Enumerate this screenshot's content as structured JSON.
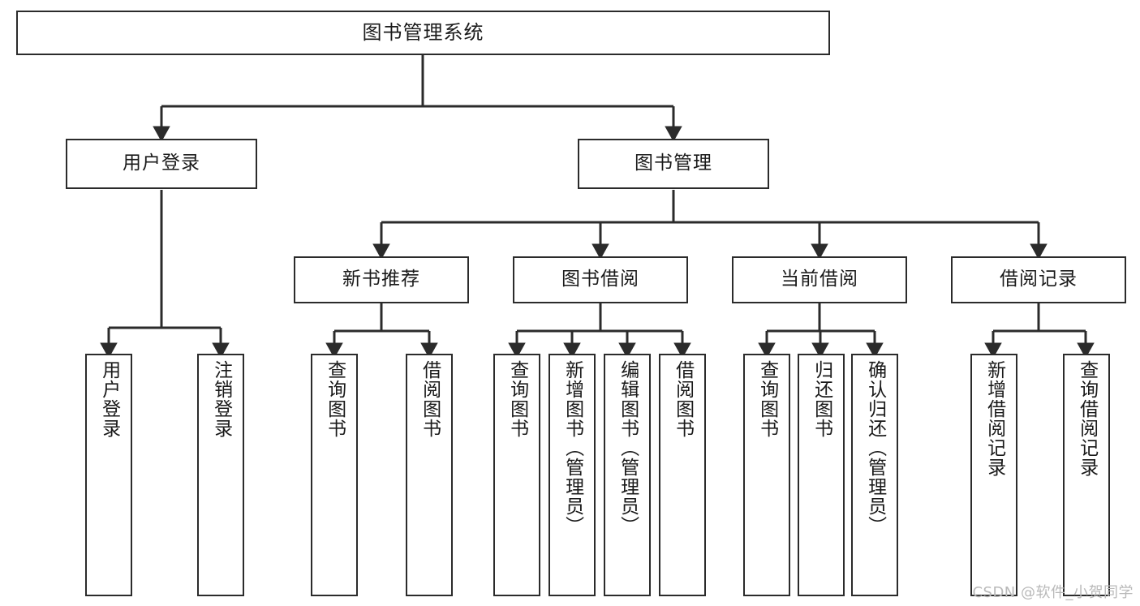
{
  "diagram": {
    "title": "图书管理系统",
    "type": "tree-hierarchy-chart",
    "watermark": "CSDN @软件_小贺同学",
    "colors": {
      "box_border": "#2b2b2b",
      "box_fill": "#ffffff",
      "connector": "#2b2b2b",
      "text": "#1a1a1a",
      "watermark": "#b9b9b9"
    },
    "root": {
      "label": "图书管理系统"
    },
    "level2": [
      {
        "label": "用户登录"
      },
      {
        "label": "图书管理"
      }
    ],
    "level3": [
      {
        "label": "新书推荐"
      },
      {
        "label": "图书借阅"
      },
      {
        "label": "当前借阅"
      },
      {
        "label": "借阅记录"
      }
    ],
    "leaves": {
      "user_login": [
        {
          "label": "用户登录"
        },
        {
          "label": "注销登录"
        }
      ],
      "new_book_recommend": [
        {
          "label": "查询图书"
        },
        {
          "label": "借阅图书"
        }
      ],
      "book_borrow": [
        {
          "label": "查询图书"
        },
        {
          "label": "新增图书（管理员）"
        },
        {
          "label": "编辑图书（管理员）"
        },
        {
          "label": "借阅图书"
        }
      ],
      "current_borrow": [
        {
          "label": "查询图书"
        },
        {
          "label": "归还图书"
        },
        {
          "label": "确认归还（管理员）"
        }
      ],
      "borrow_record": [
        {
          "label": "新增借阅记录"
        },
        {
          "label": "查询借阅记录"
        }
      ]
    }
  }
}
